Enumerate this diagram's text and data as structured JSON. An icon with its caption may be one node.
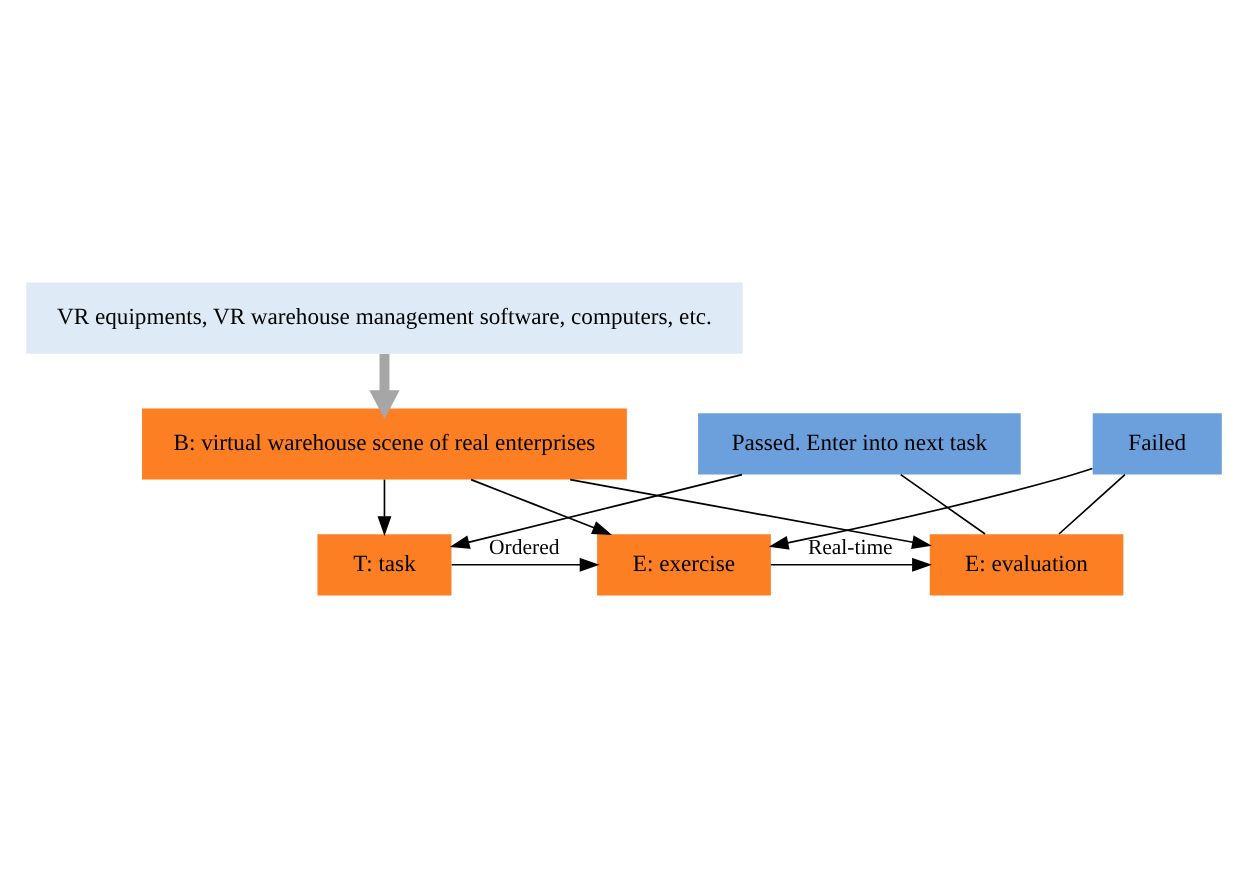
{
  "diagram": {
    "nodes": [
      {
        "text": [
          "Passed. Enter into next task"
        ]
      },
      {
        "text": [
          "Failed"
        ]
      },
      {
        "text": [
          "T: task"
        ]
      },
      {
        "text": [
          "E: exercise"
        ]
      },
      {
        "text": [
          "E: evaluation"
        ]
      },
      {
        "text": [
          "B: virtual warehouse scene of real enterprises"
        ]
      },
      {
        "text": [
          "VR equipments, VR warehouse management software, computers, etc."
        ]
      }
    ],
    "edges": [
      {
        "from": 4,
        "to": 0,
        "arrow": "none"
      },
      {
        "from": 0,
        "to": 2,
        "arrow": "to"
      },
      {
        "from": 4,
        "to": 1,
        "arrow": "none"
      },
      {
        "from": 1,
        "to": 3,
        "arrow": "to"
      },
      {
        "from": 2,
        "to": 3,
        "arrow": "to",
        "label": "Ordered"
      },
      {
        "from": 3,
        "to": 4,
        "arrow": "to",
        "label": "Real-time"
      },
      {
        "from": 5,
        "to": 2,
        "arrow": "to"
      },
      {
        "from": 5,
        "to": 3,
        "arrow": "to"
      },
      {
        "from": 5,
        "to": 4,
        "arrow": "to"
      },
      {
        "from": 6,
        "to": 5,
        "arrow": "to",
        "style": "thick",
        "color": "#a6a6a6"
      }
    ]
  }
}
